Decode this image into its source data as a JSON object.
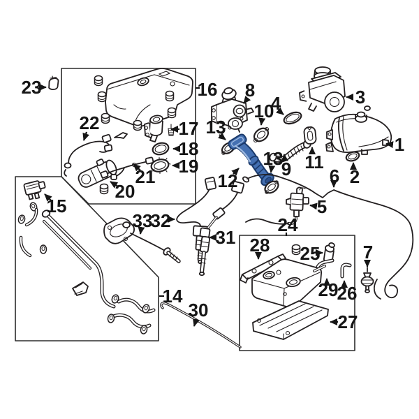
{
  "diagram": {
    "background": "#ffffff",
    "line_color": "#231f20",
    "highlight": {
      "part_number": "12",
      "fill": "#4470b2",
      "outline": "#1b3a6b",
      "highlight_line": "#9db9e0"
    }
  },
  "callouts": [
    {
      "num": "23"
    },
    {
      "num": "16"
    },
    {
      "num": "22"
    },
    {
      "num": "17"
    },
    {
      "num": "18"
    },
    {
      "num": "19"
    },
    {
      "num": "21"
    },
    {
      "num": "20"
    },
    {
      "num": "15"
    },
    {
      "num": "33"
    },
    {
      "num": "32"
    },
    {
      "num": "31"
    },
    {
      "num": "14"
    },
    {
      "num": "30"
    },
    {
      "num": "12"
    },
    {
      "num": "13"
    },
    {
      "num": "13"
    },
    {
      "num": "9"
    },
    {
      "num": "10"
    },
    {
      "num": "8"
    },
    {
      "num": "4"
    },
    {
      "num": "3"
    },
    {
      "num": "1"
    },
    {
      "num": "2"
    },
    {
      "num": "11"
    },
    {
      "num": "6"
    },
    {
      "num": "5"
    },
    {
      "num": "24"
    },
    {
      "num": "28"
    },
    {
      "num": "25"
    },
    {
      "num": "29"
    },
    {
      "num": "26"
    },
    {
      "num": "7"
    },
    {
      "num": "27"
    }
  ]
}
